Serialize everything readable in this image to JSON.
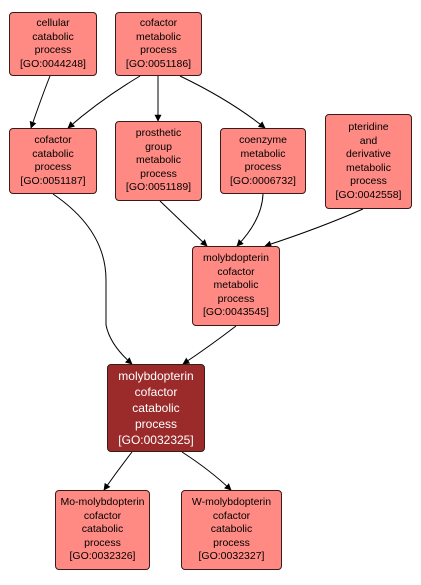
{
  "nodes": [
    {
      "id": "n1",
      "term": "cellular catabolic process",
      "goid": "[GO:0044248]",
      "lines": [
        "cellular",
        "catabolic",
        "process"
      ]
    },
    {
      "id": "n2",
      "term": "cofactor metabolic process",
      "goid": "[GO:0051186]",
      "lines": [
        "cofactor",
        "metabolic",
        "process"
      ]
    },
    {
      "id": "n3",
      "term": "cofactor catabolic process",
      "goid": "[GO:0051187]",
      "lines": [
        "cofactor",
        "catabolic",
        "process"
      ]
    },
    {
      "id": "n4",
      "term": "prosthetic group metabolic process",
      "goid": "[GO:0051189]",
      "lines": [
        "prosthetic",
        "group",
        "metabolic",
        "process"
      ]
    },
    {
      "id": "n5",
      "term": "coenzyme metabolic process",
      "goid": "[GO:0006732]",
      "lines": [
        "coenzyme",
        "metabolic",
        "process"
      ]
    },
    {
      "id": "n6",
      "term": "pteridine and derivative metabolic process",
      "goid": "[GO:0042558]",
      "lines": [
        "pteridine",
        "and",
        "derivative",
        "metabolic",
        "process"
      ]
    },
    {
      "id": "n7",
      "term": "molybdopterin cofactor metabolic process",
      "goid": "[GO:0043545]",
      "lines": [
        "molybdopterin",
        "cofactor",
        "metabolic",
        "process"
      ]
    },
    {
      "id": "n8",
      "term": "molybdopterin cofactor catabolic process",
      "goid": "[GO:0032325]",
      "lines": [
        "molybdopterin",
        "cofactor",
        "catabolic",
        "process"
      ],
      "focus": true
    },
    {
      "id": "n9",
      "term": "Mo-molybdopterin cofactor catabolic process",
      "goid": "[GO:0032326]",
      "lines": [
        "Mo-molybdopterin",
        "cofactor",
        "catabolic",
        "process"
      ]
    },
    {
      "id": "n10",
      "term": "W-molybdopterin cofactor catabolic process",
      "goid": "[GO:0032327]",
      "lines": [
        "W-molybdopterin",
        "cofactor",
        "catabolic",
        "process"
      ]
    }
  ],
  "edges": [
    {
      "from": "n1",
      "to": "n3"
    },
    {
      "from": "n2",
      "to": "n3"
    },
    {
      "from": "n2",
      "to": "n4"
    },
    {
      "from": "n2",
      "to": "n5"
    },
    {
      "from": "n5",
      "to": "n7"
    },
    {
      "from": "n4",
      "to": "n7"
    },
    {
      "from": "n6",
      "to": "n7"
    },
    {
      "from": "n3",
      "to": "n8"
    },
    {
      "from": "n7",
      "to": "n8"
    },
    {
      "from": "n8",
      "to": "n9"
    },
    {
      "from": "n8",
      "to": "n10"
    }
  ],
  "colors": {
    "node_fill": "#ff8a84",
    "focus_fill": "#9b2a2a",
    "edge": "#000000"
  }
}
